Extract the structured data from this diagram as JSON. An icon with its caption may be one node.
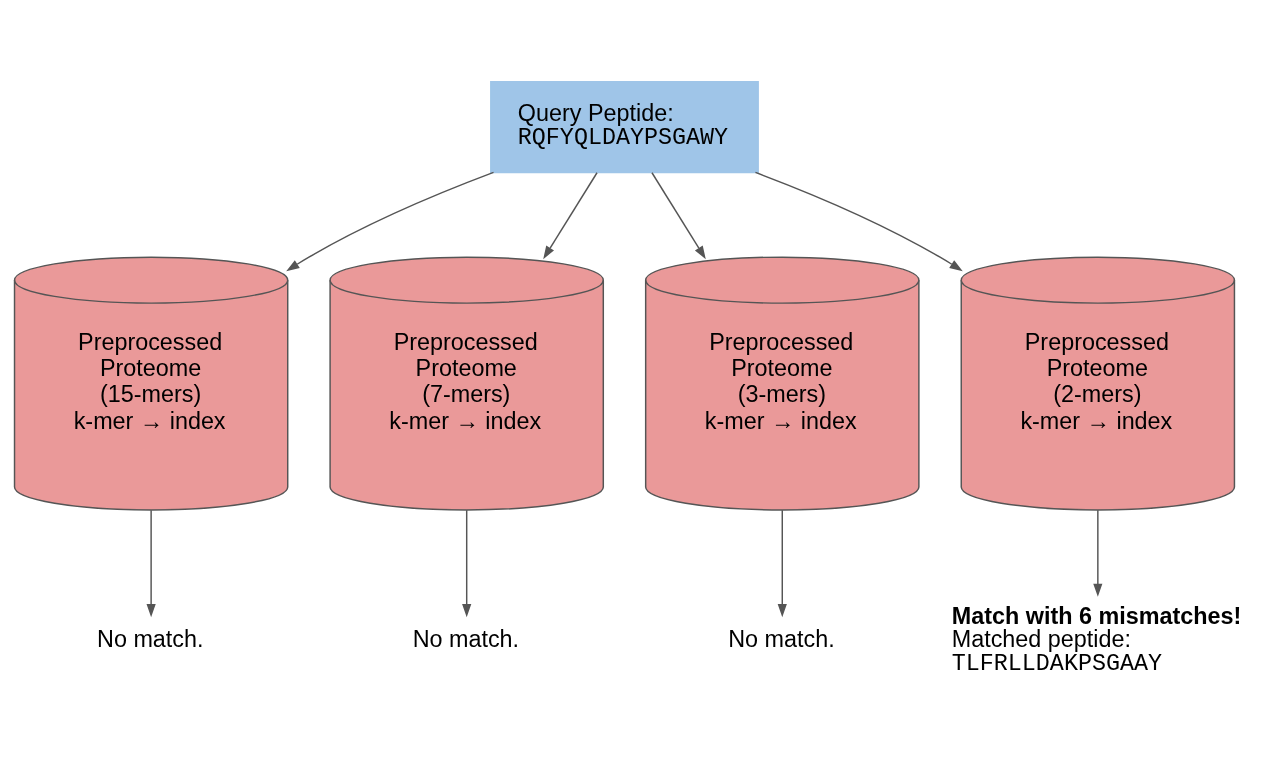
{
  "diagram": {
    "nodes": [
      {
        "text": [
          "Query Peptide:",
          "RQFYQLDAYPSGAWY"
        ]
      },
      {
        "text": [
          "Preprocessed Proteome (15-mers)",
          "k-mer → index"
        ]
      },
      {
        "text": [
          "Preprocessed Proteome (7-mers)",
          "k-mer → index"
        ]
      },
      {
        "text": [
          "Preprocessed Proteome (3-mers)",
          "k-mer → index"
        ]
      },
      {
        "text": [
          "Preprocessed Proteome (2-mers)",
          "k-mer → index"
        ]
      },
      {
        "text": [
          "No match."
        ]
      },
      {
        "text": [
          "No match."
        ]
      },
      {
        "text": [
          "No match."
        ]
      },
      {
        "text": [
          "Match with 6 mismatches!",
          "Matched peptide:",
          "TLFRLLDAKPSGAAY"
        ]
      }
    ],
    "edges": [
      {
        "from": 0,
        "to": 1,
        "arrow": "to"
      },
      {
        "from": 0,
        "to": 2,
        "arrow": "to"
      },
      {
        "from": 0,
        "to": 3,
        "arrow": "to"
      },
      {
        "from": 0,
        "to": 4,
        "arrow": "to"
      },
      {
        "from": 1,
        "to": 5,
        "arrow": "to"
      },
      {
        "from": 2,
        "to": 6,
        "arrow": "to"
      },
      {
        "from": 3,
        "to": 7,
        "arrow": "to"
      },
      {
        "from": 4,
        "to": 8,
        "arrow": "to"
      }
    ]
  }
}
